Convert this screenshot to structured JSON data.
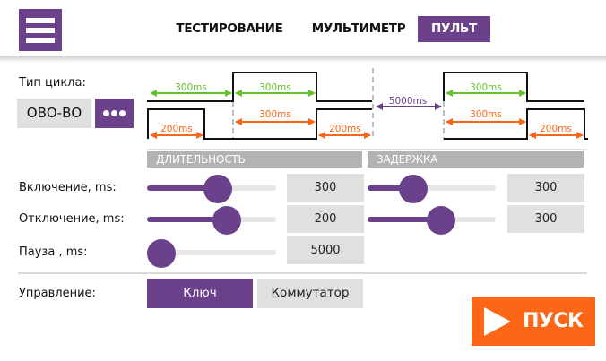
{
  "header": {
    "menu_icon": "hamburger-menu-icon",
    "tabs": [
      {
        "label": "ТЕСТИРОВАНИЕ",
        "active": false
      },
      {
        "label": "МУЛЬТИМЕТР",
        "active": false
      },
      {
        "label": "ПУЛЬТ",
        "active": true
      }
    ]
  },
  "cycle": {
    "label": "Тип цикла:",
    "type_value": "ОВО-ВО",
    "more_icon": "more-dots-icon"
  },
  "diagram": {
    "colors": {
      "on": "#66c12e",
      "off": "#fb6716",
      "pause": "#6c418c",
      "signal": "#111111",
      "guide": "#aaaaaa"
    },
    "top_annotations": [
      {
        "text": "300ms",
        "color_key": "on"
      },
      {
        "text": "300ms",
        "color_key": "on"
      },
      {
        "text": "5000ms",
        "color_key": "pause"
      },
      {
        "text": "300ms",
        "color_key": "on"
      }
    ],
    "bottom_annotations": [
      {
        "text": "200ms",
        "color_key": "off"
      },
      {
        "text": "300ms",
        "color_key": "off"
      },
      {
        "text": "200ms",
        "color_key": "off"
      },
      {
        "text": "300ms",
        "color_key": "off"
      },
      {
        "text": "200ms",
        "color_key": "off"
      }
    ]
  },
  "sections": {
    "duration_header": "ДЛИТЕЛЬНОСТЬ",
    "delay_header": "ЗАДЕРЖКА"
  },
  "rows": [
    {
      "label": "Включение, ms:",
      "duration": {
        "value": "300",
        "slider_fraction": 0.55
      },
      "delay": {
        "value": "300",
        "slider_fraction": 0.36
      }
    },
    {
      "label": "Отключение, ms:",
      "duration": {
        "value": "200",
        "slider_fraction": 0.62
      },
      "delay": {
        "value": "300",
        "slider_fraction": 0.57
      }
    },
    {
      "label": "Пауза , ms:",
      "duration": {
        "value": "5000",
        "slider_fraction": 0.1
      }
    }
  ],
  "control": {
    "label": "Управление:",
    "options": [
      {
        "label": "Ключ",
        "active": true
      },
      {
        "label": "Коммутатор",
        "active": false
      }
    ]
  },
  "start": {
    "label": "ПУСК",
    "icon": "play-icon",
    "color": "#fb6716"
  },
  "accent_color": "#6c418c"
}
